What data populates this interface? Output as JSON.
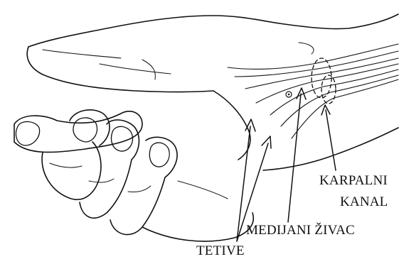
{
  "figure": {
    "labels": {
      "carpal_line_1": "KARPALNI",
      "carpal_line_2": "KANAL",
      "median_nerve": "MEDIJANI ŽIVAC",
      "tendons": "TETIVE"
    }
  },
  "colors": {
    "line": "#111111",
    "background": "#ffffff"
  }
}
